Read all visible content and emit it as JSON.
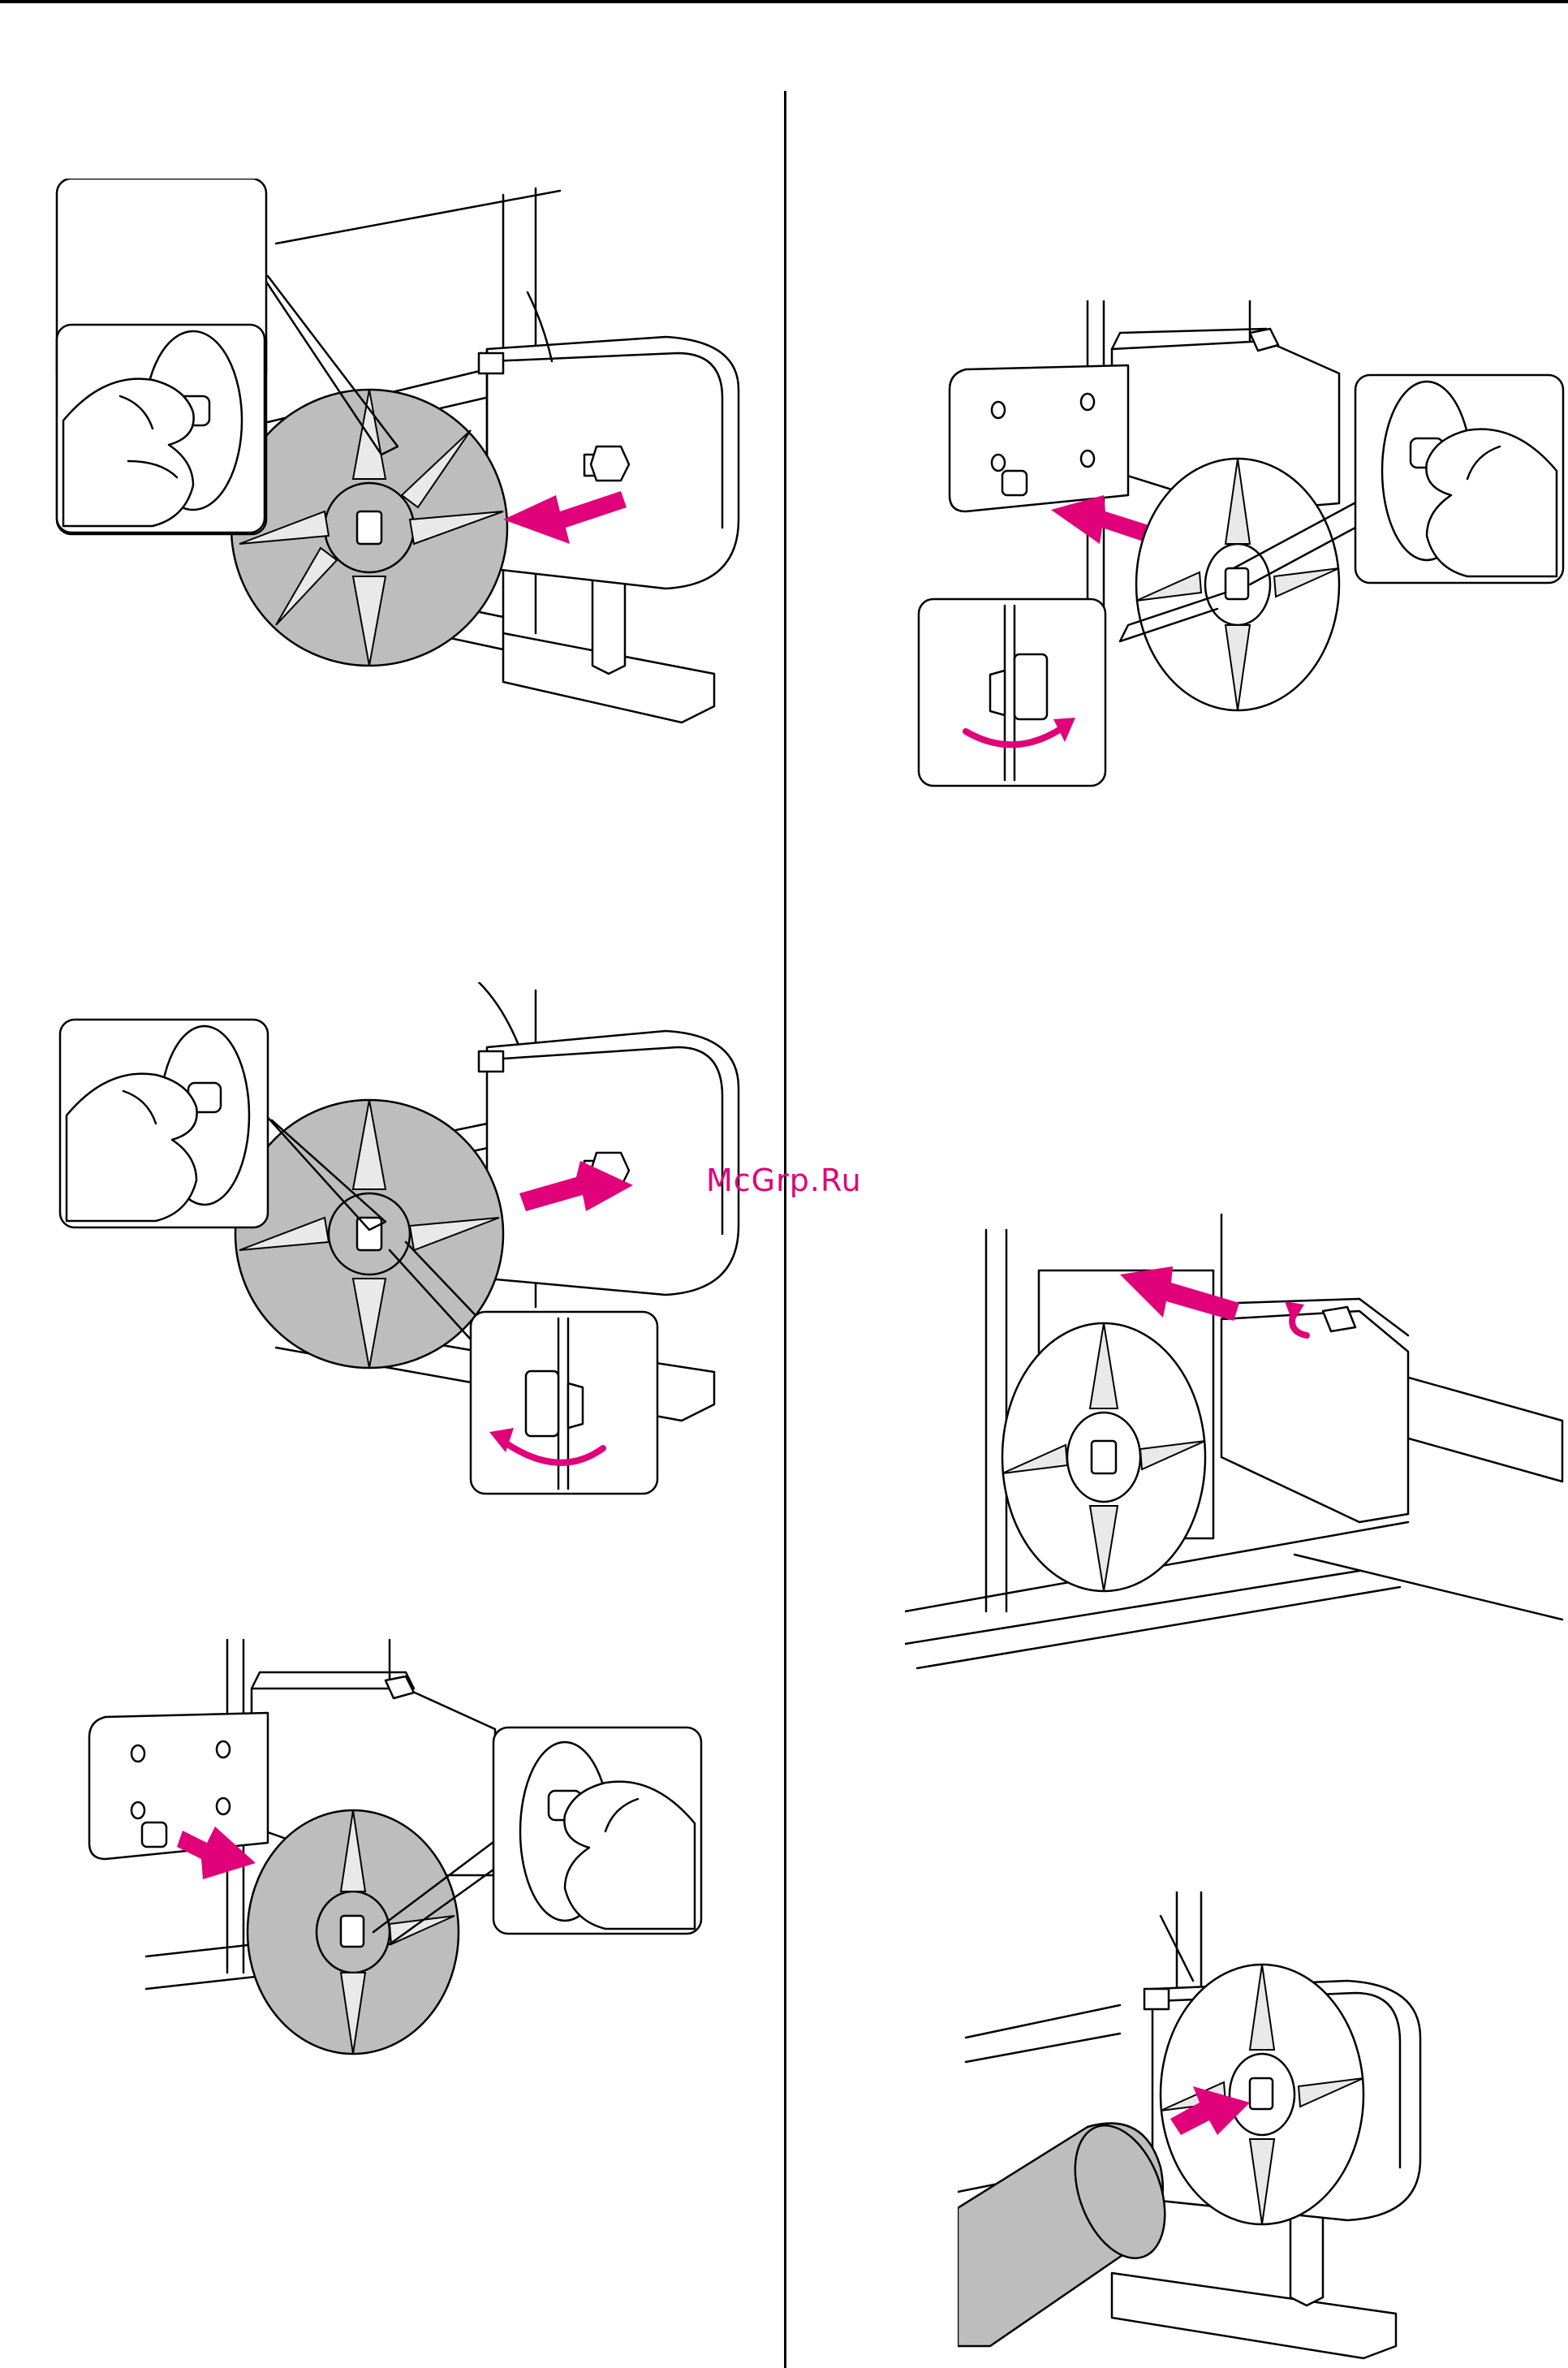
{
  "watermark": {
    "text": "McGrp.Ru",
    "color": "#e0007a"
  },
  "colors": {
    "arrow": "#e0007a",
    "line": "#000000",
    "spool_gray": "#bdbdbd",
    "background": "#ffffff"
  },
  "figures": [
    {
      "id": "fig-1",
      "description_icon": "detach-spool-flange-icon"
    },
    {
      "id": "fig-2",
      "description_icon": "attach-spool-flange-with-lever-icon"
    },
    {
      "id": "fig-3",
      "description_icon": "remove-flange-left-unit-icon"
    },
    {
      "id": "fig-4",
      "description_icon": "attach-flange-left-unit-icon"
    },
    {
      "id": "fig-5",
      "description_icon": "slide-unit-along-bar-icon"
    },
    {
      "id": "fig-6",
      "description_icon": "insert-roll-core-icon"
    }
  ]
}
